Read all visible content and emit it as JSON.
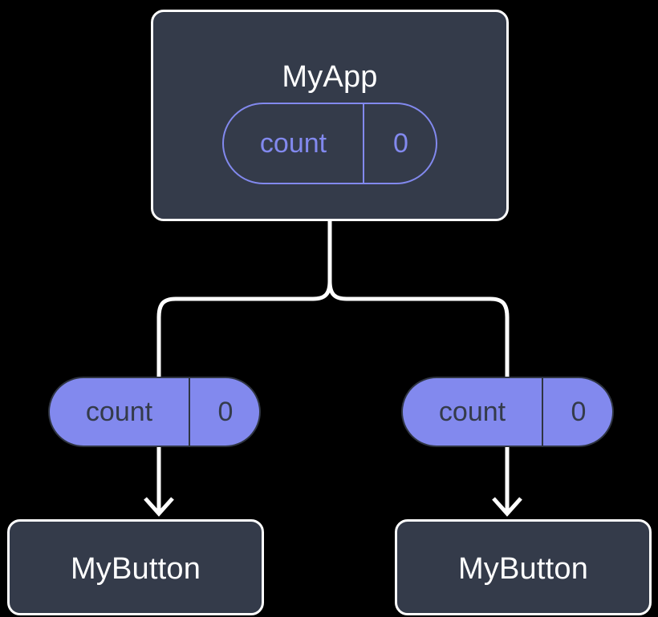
{
  "diagram": {
    "title": "MyApp",
    "type": "component-state-propagation-tree",
    "background_color": "#000000",
    "colors": {
      "component_fill": "#343b4a",
      "component_border": "#ffffff",
      "component_text": "#ffffff",
      "accent_purple": "#8289ee",
      "pill_text_dark": "#343b4a",
      "edge": "#ffffff"
    }
  },
  "root": {
    "name": "MyApp",
    "state_pill": {
      "key": "count",
      "value": "0",
      "style": "outline"
    }
  },
  "children": [
    {
      "name": "MyButton",
      "prop_pill": {
        "key": "count",
        "value": "0",
        "style": "filled"
      }
    },
    {
      "name": "MyButton",
      "prop_pill": {
        "key": "count",
        "value": "0",
        "style": "filled"
      }
    }
  ]
}
